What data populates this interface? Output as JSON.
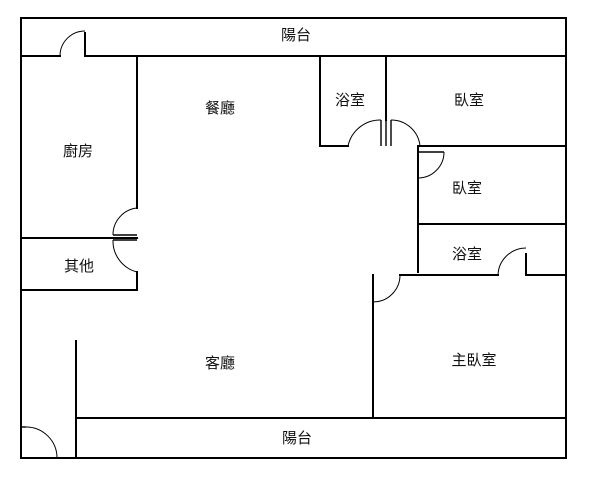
{
  "rooms": {
    "balcony_top": "陽台",
    "kitchen": "廚房",
    "dining": "餐廳",
    "bath_1": "浴室",
    "bedroom_1": "臥室",
    "bedroom_2": "臥室",
    "other": "其他",
    "bath_2": "浴室",
    "living": "客廳",
    "master_bedroom": "主臥室",
    "balcony_bottom": "陽台"
  },
  "colors": {
    "line": "#000000",
    "background": "#ffffff"
  }
}
